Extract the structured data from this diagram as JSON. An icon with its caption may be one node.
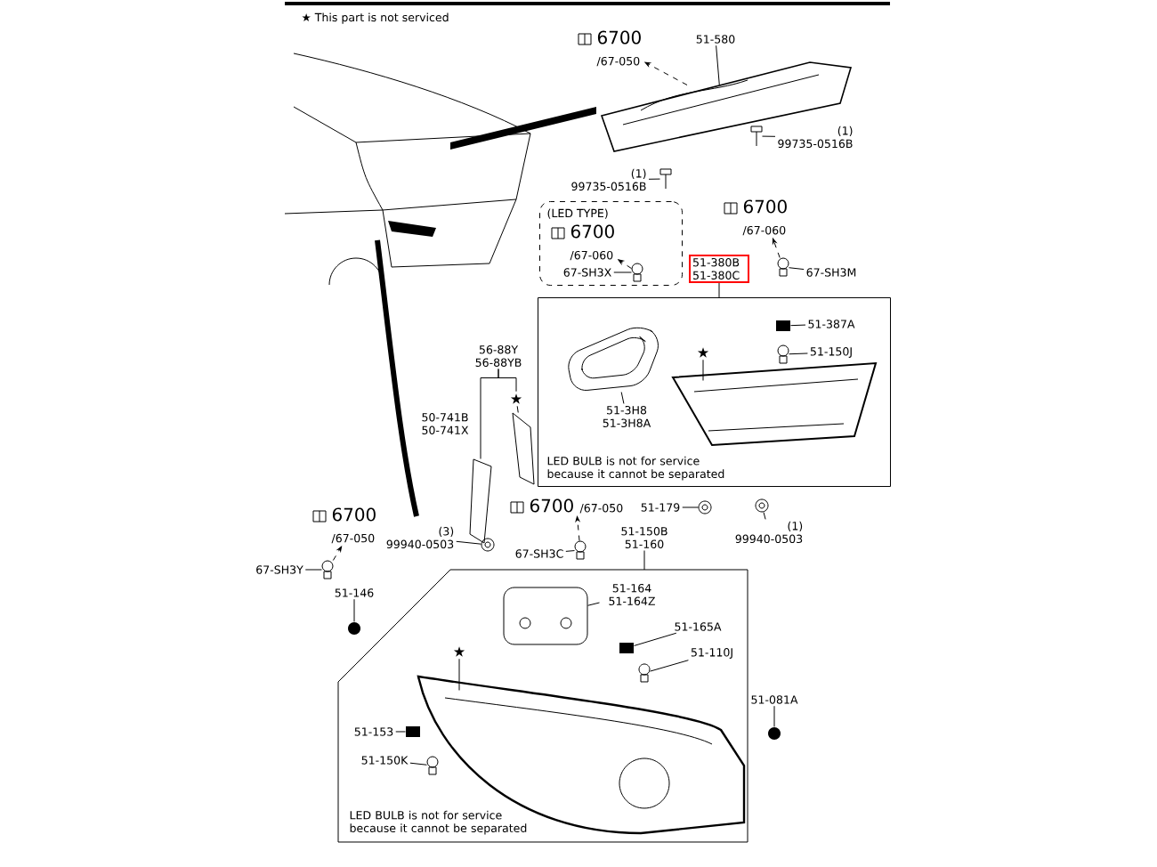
{
  "diagram": {
    "nodes": [
      {
        "text": [
          "(LED TYPE)"
        ]
      },
      {
        "text": [
          "6700",
          "/67-060"
        ],
        "in": 0
      },
      {
        "text": [
          "67-SH3X"
        ],
        "in": 0
      },
      {
        "text": [
          "LED BULB is not for service because it cannot be separated"
        ]
      },
      {
        "text": [
          "51-3H8 51-3H8A"
        ],
        "in": 3
      },
      {
        "text": [
          "51-387A"
        ],
        "in": 3
      },
      {
        "text": [
          "51-150J"
        ],
        "in": 3
      },
      {
        "text": [
          "★"
        ],
        "in": 3
      },
      {
        "text": [
          "51-380B 51-380C"
        ]
      },
      {
        "text": [
          "6700",
          "/67-050"
        ]
      },
      {
        "text": [
          "51-580"
        ]
      },
      {
        "text": [
          "(1)",
          "99735-0516B"
        ]
      },
      {
        "text": [
          "(1)",
          "99735-0516B"
        ]
      },
      {
        "text": [
          "6700",
          "/67-060"
        ]
      },
      {
        "text": [
          "67-SH3M"
        ]
      },
      {
        "text": [
          "56-88Y 56-88YB"
        ]
      },
      {
        "text": [
          "★"
        ]
      },
      {
        "text": [
          "6700",
          "/67-050"
        ]
      },
      {
        "text": [
          "67-SH3Y"
        ]
      },
      {
        "text": [
          "51-146"
        ]
      },
      {
        "text": [
          "(3)",
          "99940-0503"
        ]
      },
      {
        "text": [
          "6700",
          "/67-050"
        ]
      },
      {
        "text": [
          "67-SH3C"
        ]
      },
      {
        "text": [
          "51-179"
        ]
      },
      {
        "text": [
          "(1)",
          "99940-0503"
        ]
      },
      {
        "text": [
          "51-150B 51-160"
        ]
      },
      {
        "text": [
          "LED BULB is not for service because it cannot be separated"
        ]
      },
      {
        "text": [
          "51-164 51-164Z"
        ],
        "in": 26
      },
      {
        "text": [
          "51-165A"
        ],
        "in": 26
      },
      {
        "text": [
          "51-110J"
        ],
        "in": 26
      },
      {
        "text": [
          "★"
        ],
        "in": 26
      },
      {
        "text": [
          "51-153"
        ],
        "in": 26
      },
      {
        "text": [
          "51-150K"
        ],
        "in": 26
      },
      {
        "text": [
          "51-081A"
        ]
      },
      {
        "text": [],
        "shape": "picture",
        "in": 0
      },
      {
        "text": [],
        "shape": "picture"
      },
      {
        "text": [],
        "shape": "picture"
      },
      {
        "text": [],
        "shape": "picture"
      },
      {
        "text": [],
        "shape": "picture"
      },
      {
        "text": [],
        "shape": "picture",
        "in": 3
      },
      {
        "text": [],
        "shape": "picture",
        "in": 3
      },
      {
        "text": [],
        "shape": "box",
        "in": 3
      },
      {
        "text": [],
        "shape": "picture",
        "in": 3
      },
      {
        "text": [],
        "shape": "picture"
      },
      {
        "text": [],
        "shape": "picture"
      },
      {
        "text": [],
        "shape": "picture"
      },
      {
        "text": [],
        "shape": "circle"
      },
      {
        "text": [],
        "shape": "picture"
      },
      {
        "text": [],
        "shape": "picture"
      },
      {
        "text": [],
        "shape": "picture"
      },
      {
        "text": [],
        "shape": "picture"
      },
      {
        "text": [],
        "shape": "picture",
        "in": 26
      },
      {
        "text": [],
        "shape": "box",
        "in": 26
      },
      {
        "text": [],
        "shape": "picture",
        "in": 26
      },
      {
        "text": [],
        "shape": "picture",
        "in": 26
      },
      {
        "text": [],
        "shape": "box",
        "in": 26
      },
      {
        "text": [],
        "shape": "picture",
        "in": 26
      },
      {
        "text": [],
        "shape": "circle"
      }
    ],
    "edges": [
      {
        "from": 34,
        "to": 1,
        "arrow": "to",
        "style": "dashed"
      },
      {
        "from": 2,
        "to": 34,
        "arrow": "none"
      },
      {
        "from": 4,
        "to": 39,
        "arrow": "none"
      },
      {
        "from": 5,
        "to": 41,
        "arrow": "none"
      },
      {
        "from": 6,
        "to": 42,
        "arrow": "none"
      },
      {
        "from": 7,
        "to": 40,
        "arrow": "none"
      },
      {
        "from": 8,
        "to": 3,
        "arrow": "none"
      },
      {
        "from": 35,
        "to": 9,
        "arrow": "to",
        "style": "dashed"
      },
      {
        "from": 10,
        "to": 35,
        "arrow": "none"
      },
      {
        "from": 11,
        "to": 36,
        "arrow": "none"
      },
      {
        "from": 12,
        "to": 37,
        "arrow": "none"
      },
      {
        "from": 38,
        "to": 13,
        "arrow": "to",
        "style": "dashed"
      },
      {
        "from": 14,
        "to": 38,
        "arrow": "none"
      },
      {
        "from": 15,
        "to": 43,
        "arrow": "none"
      },
      {
        "from": 15,
        "to": 16,
        "arrow": "none"
      },
      {
        "from": 16,
        "to": 44,
        "arrow": "none"
      },
      {
        "from": 45,
        "to": 17,
        "arrow": "to",
        "style": "dashed"
      },
      {
        "from": 18,
        "to": 45,
        "arrow": "none"
      },
      {
        "from": 19,
        "to": 46,
        "arrow": "none"
      },
      {
        "from": 20,
        "to": 47,
        "arrow": "none"
      },
      {
        "from": 48,
        "to": 21,
        "arrow": "to",
        "style": "dashed"
      },
      {
        "from": 22,
        "to": 48,
        "arrow": "none"
      },
      {
        "from": 23,
        "to": 49,
        "arrow": "none"
      },
      {
        "from": 24,
        "to": 50,
        "arrow": "none"
      },
      {
        "from": 25,
        "to": 26,
        "arrow": "none"
      },
      {
        "from": 27,
        "to": 51,
        "arrow": "none"
      },
      {
        "from": 28,
        "to": 52,
        "arrow": "none"
      },
      {
        "from": 29,
        "to": 53,
        "arrow": "none"
      },
      {
        "from": 30,
        "to": 54,
        "arrow": "none"
      },
      {
        "from": 31,
        "to": 55,
        "arrow": "none"
      },
      {
        "from": 32,
        "to": 56,
        "arrow": "none"
      },
      {
        "from": 33,
        "to": 57,
        "arrow": "none"
      }
    ],
    "labels": [
      "★ This part is not serviced",
      "50-741B 50-741X"
    ]
  }
}
